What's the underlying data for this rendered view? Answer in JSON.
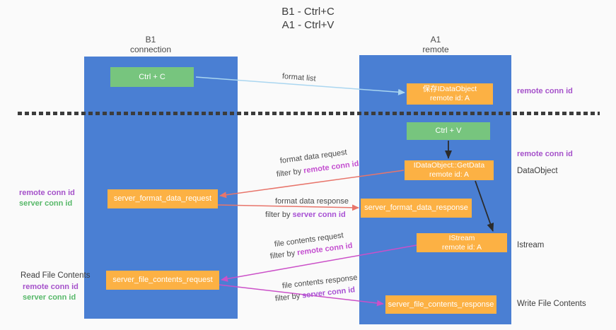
{
  "title": {
    "line1": "B1 - Ctrl+C",
    "line2": "A1 - Ctrl+V"
  },
  "lanes": {
    "left": {
      "title": "B1",
      "subtitle": "connection"
    },
    "right": {
      "title": "A1",
      "subtitle": "remote"
    }
  },
  "nodes": {
    "ctrl_c": {
      "label": "Ctrl + C"
    },
    "save_idataobject": {
      "line1": "保存IDataObject",
      "line2": "remote id: A"
    },
    "ctrl_v": {
      "label": "Ctrl + V"
    },
    "getdata": {
      "line1": "IDataObject::GetData",
      "line2": "remote id: A"
    },
    "format_request": {
      "label": "server_format_data_request"
    },
    "format_response": {
      "label": "server_format_data_response"
    },
    "istream": {
      "line1": "IStream",
      "line2": "remote id: A"
    },
    "file_request": {
      "label": "server_file_contents_request"
    },
    "file_response": {
      "label": "server_file_contents_response"
    }
  },
  "edges": {
    "format_list": {
      "label": "format list"
    },
    "format_data_request": {
      "label": "format data request",
      "filter_prefix": "filter by ",
      "filter_id": "remote conn id"
    },
    "format_data_response": {
      "label": "format data response",
      "filter_prefix": "filter by ",
      "filter_id": "server conn id"
    },
    "file_contents_request": {
      "label": "file contents request",
      "filter_prefix": "filter by ",
      "filter_id": "remote conn id"
    },
    "file_contents_response": {
      "label": "file contents response",
      "filter_prefix": "filter by ",
      "filter_id": "server conn id"
    }
  },
  "annotations": {
    "left": {
      "format_remote": "remote conn id",
      "format_server": "server conn id",
      "read_file": "Read File Contents",
      "file_remote": "remote conn id",
      "file_server": "server conn id"
    },
    "right": {
      "saved_conn": "remote conn id",
      "paste_conn": "remote conn id",
      "dataobject": "DataObject",
      "istream": "Istream",
      "write_file": "Write File Contents"
    }
  },
  "colors": {
    "background": "#fafafa",
    "lane_blue": "#4a7fd3",
    "node_green": "#77c57e",
    "node_orange": "#fcb144",
    "arrow_lightblue": "#aad6f0",
    "arrow_red": "#e8756b",
    "arrow_magenta": "#cb50c8",
    "arrow_black": "#2b2b2b",
    "text_purple": "#a551ca",
    "text_green": "#57b869",
    "text_dark": "#3c3c3c"
  }
}
